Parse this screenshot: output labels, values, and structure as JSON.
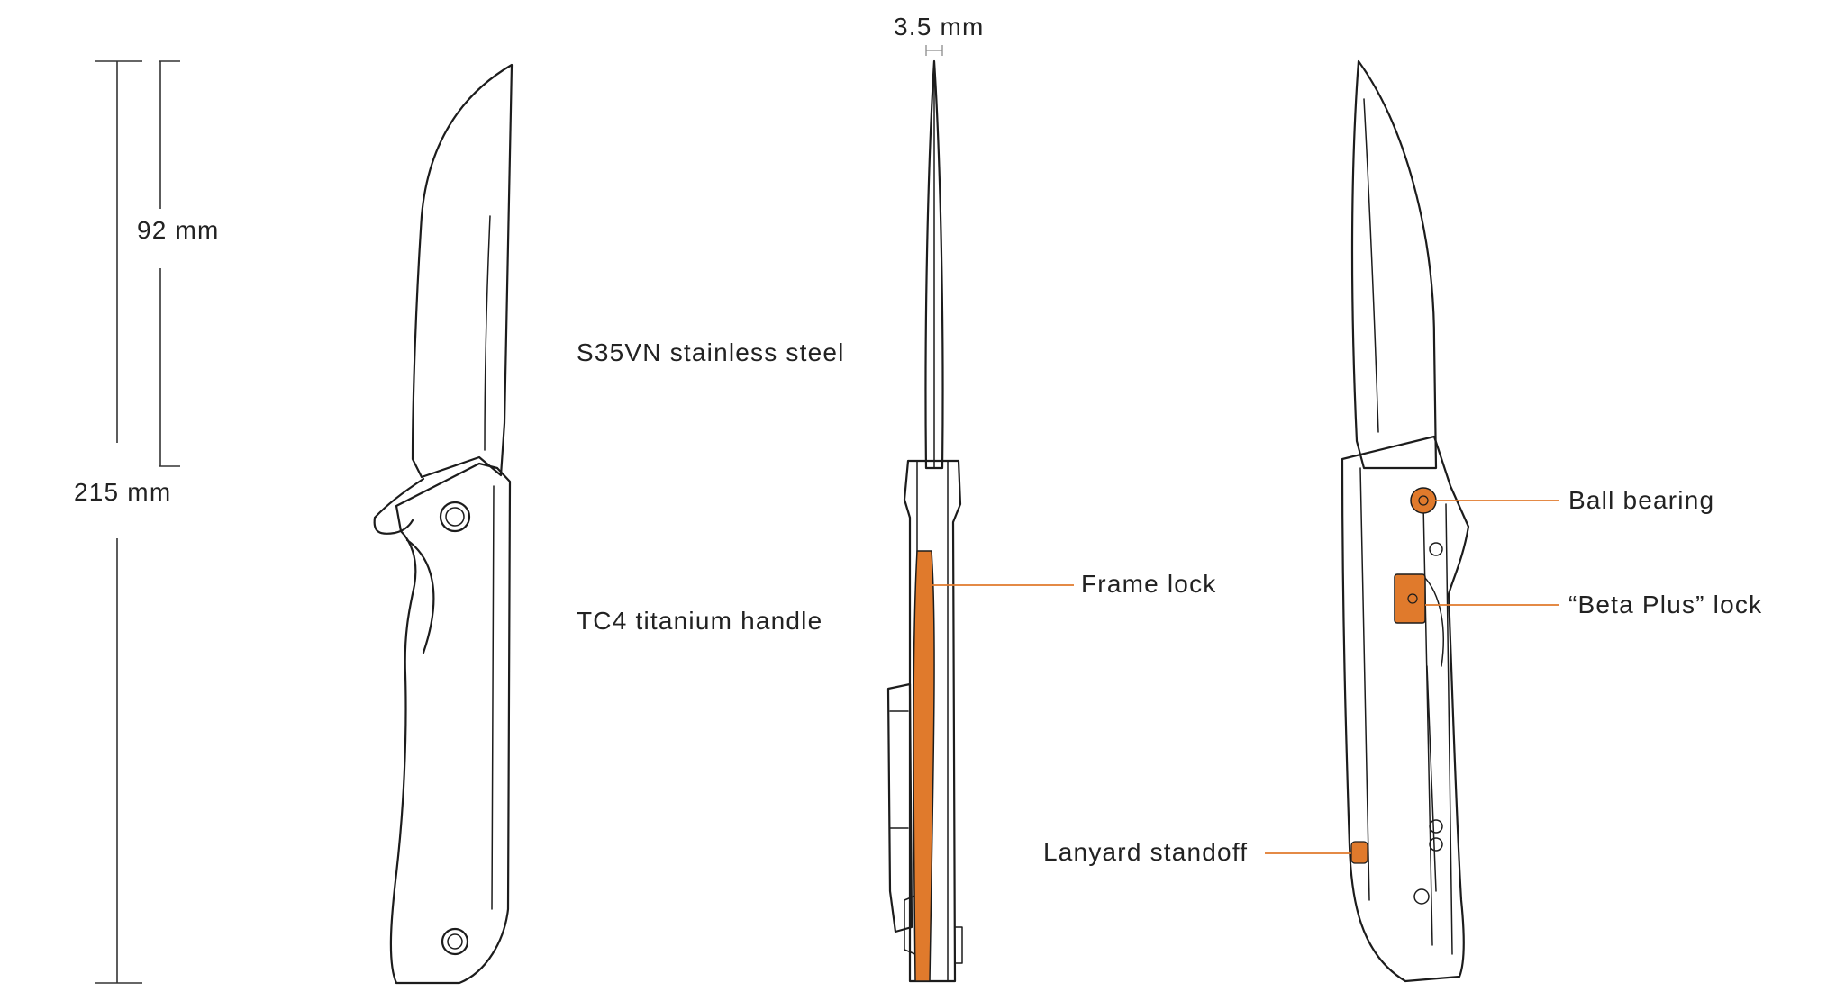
{
  "dimensions": {
    "overall_length": "215 mm",
    "blade_length": "92 mm",
    "blade_thickness": "3.5 mm"
  },
  "materials": {
    "blade": "S35VN stainless steel",
    "handle": "TC4 titanium handle"
  },
  "callouts": {
    "frame_lock": "Frame lock",
    "ball_bearing": "Ball bearing",
    "beta_plus_lock": "“Beta Plus” lock",
    "lanyard_standoff": "Lanyard standoff"
  },
  "colors": {
    "accent": "#e07a2c",
    "line": "#1c1c1c",
    "background": "#ffffff"
  }
}
